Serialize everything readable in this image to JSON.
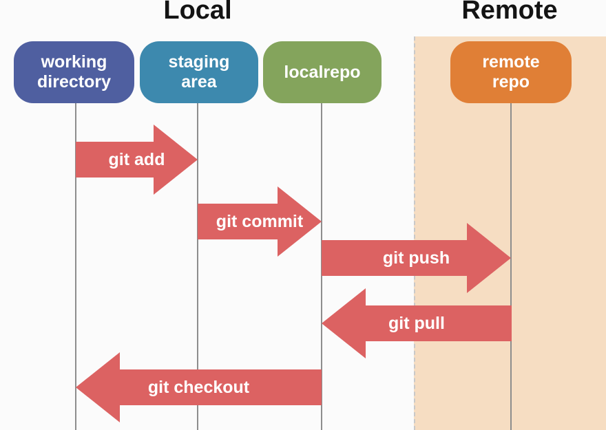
{
  "sections": {
    "local": {
      "title": "Local"
    },
    "remote": {
      "title": "Remote"
    }
  },
  "nodes": [
    {
      "id": "working-directory",
      "label": "working\ndirectory",
      "color": "#4f5fa0"
    },
    {
      "id": "staging-area",
      "label": "staging\narea",
      "color": "#3d89ae"
    },
    {
      "id": "localrepo",
      "label": "localrepo",
      "color": "#84a45c"
    },
    {
      "id": "remote-repo",
      "label": "remote\nrepo",
      "color": "#e07f36"
    }
  ],
  "arrows": [
    {
      "label": "git add",
      "direction": "right",
      "from": "working directory",
      "to": "staging area"
    },
    {
      "label": "git commit",
      "direction": "right",
      "from": "staging area",
      "to": "localrepo"
    },
    {
      "label": "git push",
      "direction": "right",
      "from": "localrepo",
      "to": "remote repo"
    },
    {
      "label": "git pull",
      "direction": "left",
      "from": "remote repo",
      "to": "localrepo"
    },
    {
      "label": "git checkout",
      "direction": "left",
      "from": "localrepo",
      "to": "working directory"
    }
  ],
  "colors": {
    "arrow": "#dc6262",
    "remote_background": "#f6ddc2",
    "lifeline": "#8d8d8d"
  }
}
